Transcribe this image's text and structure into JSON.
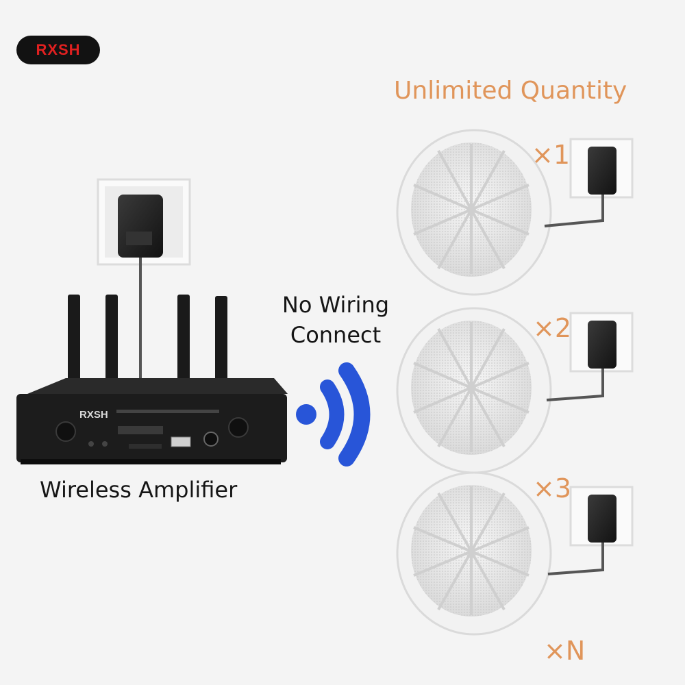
{
  "brand": {
    "logo_text": "RXSH"
  },
  "headline": "Unlimited Quantity",
  "wireless_caption": {
    "line1": "No Wiring",
    "line2": "Connect"
  },
  "amplifier": {
    "caption": "Wireless Amplifier",
    "panel_brand": "RXSH"
  },
  "speakers": [
    {
      "multiplier": "×1"
    },
    {
      "multiplier": "×2"
    },
    {
      "multiplier": "×3"
    },
    {
      "multiplier": "×N"
    }
  ],
  "colors": {
    "accent": "#e0955a",
    "signal_blue": "#2855d8",
    "brand_red": "#e02020",
    "amp_body": "#1c1c1c"
  }
}
